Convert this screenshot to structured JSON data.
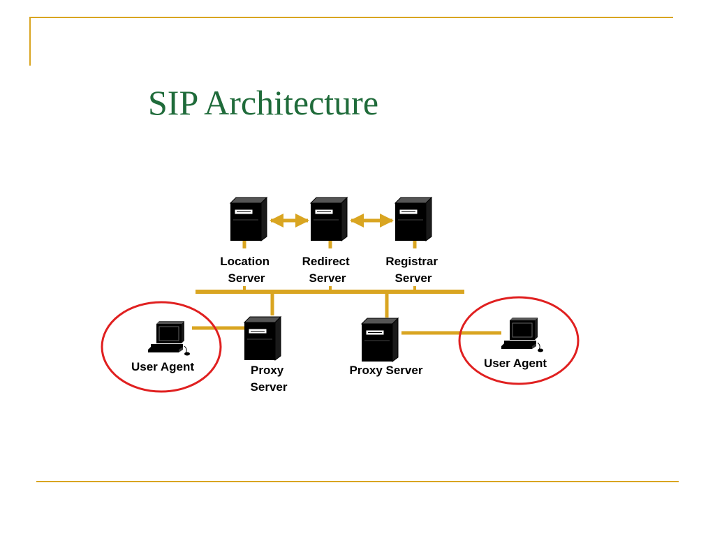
{
  "slide": {
    "title": "SIP Architecture"
  },
  "diagram": {
    "nodes": {
      "location_server": [
        "Location",
        "Server"
      ],
      "redirect_server": [
        "Redirect",
        "Server"
      ],
      "registrar_server": [
        "Registrar",
        "Server"
      ],
      "proxy_server_left": [
        "Proxy",
        "Server"
      ],
      "proxy_server_right": [
        "Proxy Server"
      ],
      "user_agent_left": [
        "User Agent"
      ],
      "user_agent_right": [
        "User Agent"
      ]
    }
  },
  "colors": {
    "accent": "#d9a521",
    "title": "#1f6b3a",
    "highlight_circle": "#e02020",
    "device": "#000000"
  }
}
